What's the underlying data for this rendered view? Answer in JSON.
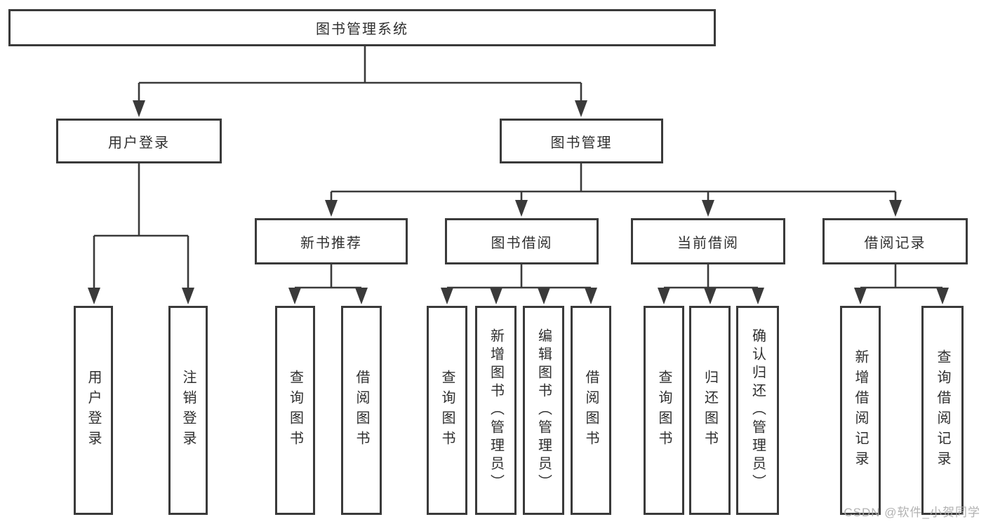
{
  "diagram_title": "图书管理系统",
  "colors": {
    "line": "#3a3a3a",
    "background": "#ffffff",
    "watermark_text": "#aaaaaa"
  },
  "root": {
    "label": "图书管理系统"
  },
  "level2": {
    "user_login": {
      "label": "用户登录"
    },
    "book_mgmt": {
      "label": "图书管理"
    }
  },
  "level3": {
    "new_book_rec": {
      "label": "新书推荐"
    },
    "book_borrow": {
      "label": "图书借阅"
    },
    "current_borrow": {
      "label": "当前借阅"
    },
    "borrow_record": {
      "label": "借阅记录"
    }
  },
  "level4": {
    "ul_login": {
      "label": "用户登录"
    },
    "ul_logout": {
      "label": "注销登录"
    },
    "nb_query": {
      "label": "查询图书"
    },
    "nb_borrow": {
      "label": "借阅图书"
    },
    "bb_query": {
      "label": "查询图书"
    },
    "bb_add": {
      "label": "新增图书（管理员）"
    },
    "bb_edit": {
      "label": "编辑图书（管理员）"
    },
    "bb_borrow": {
      "label": "借阅图书"
    },
    "cb_query": {
      "label": "查询图书"
    },
    "cb_return": {
      "label": "归还图书"
    },
    "cb_confirm": {
      "label": "确认归还（管理员）"
    },
    "br_add": {
      "label": "新增借阅记录"
    },
    "br_query": {
      "label": "查询借阅记录"
    }
  },
  "watermark": "CSDN @软件_小贺同学"
}
